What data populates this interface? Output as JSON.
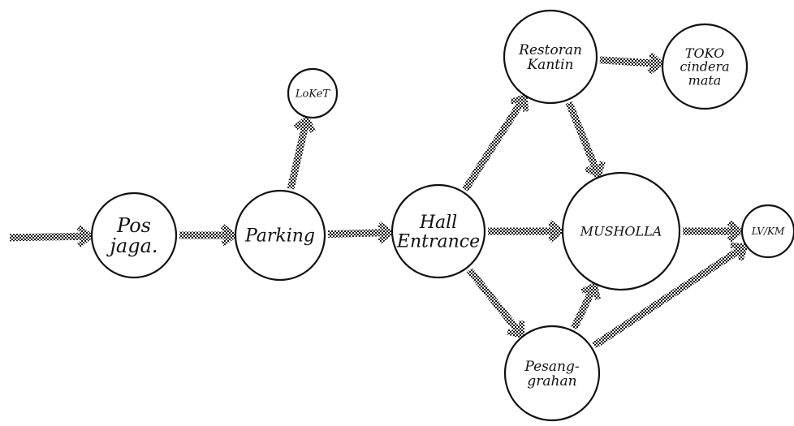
{
  "diagram": {
    "nodes": [
      {
        "id": "pos-jaga",
        "lines": [
          "Pos",
          "jaga."
        ]
      },
      {
        "id": "parking",
        "lines": [
          "Parking"
        ]
      },
      {
        "id": "loket",
        "lines": [
          "LoKeT"
        ]
      },
      {
        "id": "hall-entrance",
        "lines": [
          "Hall",
          "Entrance"
        ]
      },
      {
        "id": "restoran-kantin",
        "lines": [
          "Restoran",
          "Kantin"
        ]
      },
      {
        "id": "toko-cindera-mata",
        "lines": [
          "TOKO",
          "cindera",
          "mata"
        ]
      },
      {
        "id": "musholla",
        "lines": [
          "MUSHOLLA"
        ]
      },
      {
        "id": "lv-km",
        "lines": [
          "LV/KM"
        ]
      },
      {
        "id": "pesanggrahan",
        "lines": [
          "Pesang-",
          "grahan"
        ]
      }
    ],
    "edges": [
      {
        "from": "entry",
        "to": "pos-jaga"
      },
      {
        "from": "pos-jaga",
        "to": "parking"
      },
      {
        "from": "parking",
        "to": "loket"
      },
      {
        "from": "parking",
        "to": "hall-entrance"
      },
      {
        "from": "hall-entrance",
        "to": "restoran-kantin"
      },
      {
        "from": "hall-entrance",
        "to": "musholla"
      },
      {
        "from": "hall-entrance",
        "to": "pesanggrahan"
      },
      {
        "from": "restoran-kantin",
        "to": "toko-cindera-mata"
      },
      {
        "from": "restoran-kantin",
        "to": "musholla"
      },
      {
        "from": "pesanggrahan",
        "to": "musholla"
      },
      {
        "from": "pesanggrahan",
        "to": "lv-km"
      },
      {
        "from": "musholla",
        "to": "lv-km"
      }
    ]
  }
}
